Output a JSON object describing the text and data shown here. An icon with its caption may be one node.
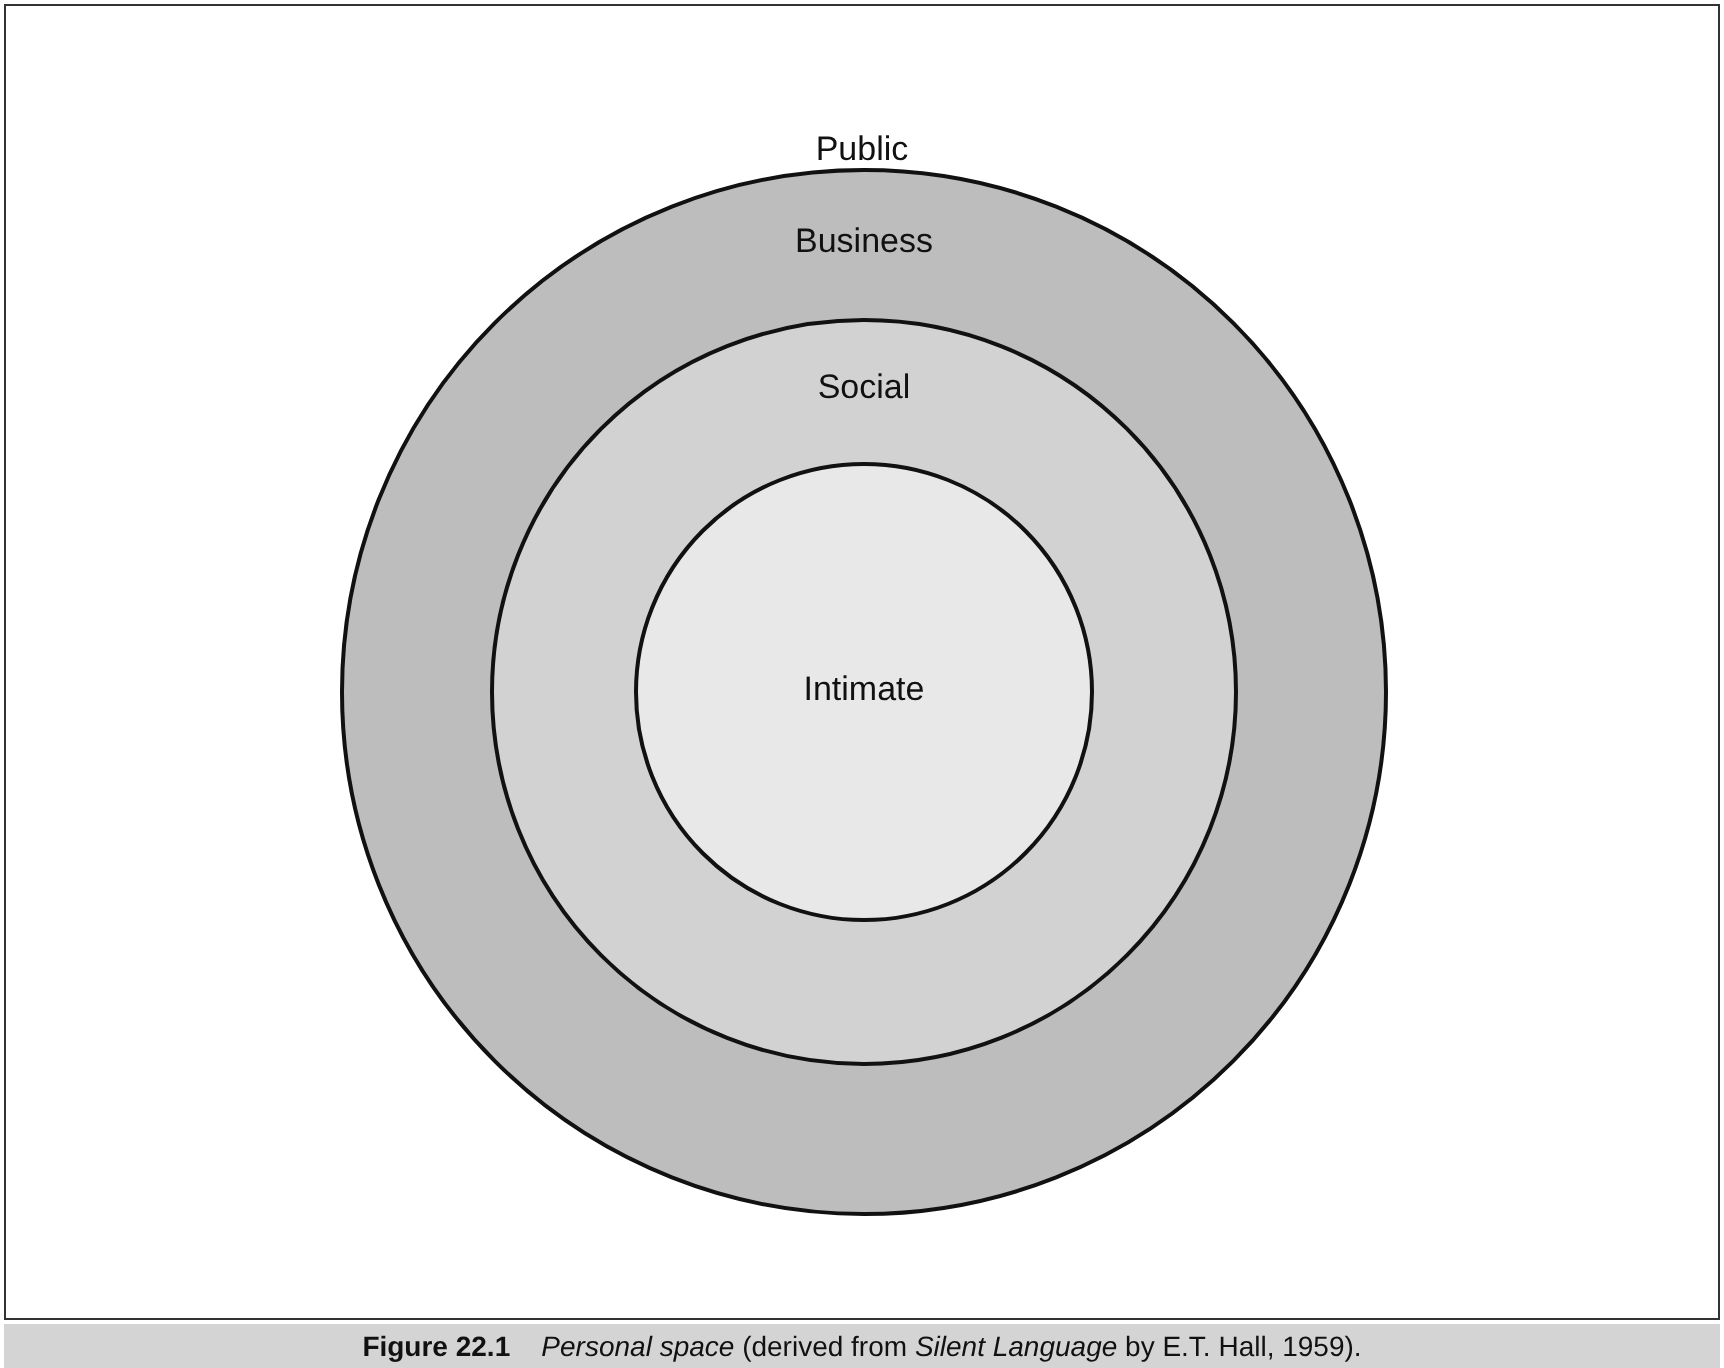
{
  "diagram": {
    "caption": "**Figure 22.1**    *Personal space* (derived from *Silent Language* by E.T. Hall, 1959).",
    "nodes": [
      {
        "text": [
          "Public"
        ]
      },
      {
        "text": [
          "Business"
        ],
        "in": 0
      },
      {
        "text": [
          "Social"
        ],
        "in": 1
      },
      {
        "text": [
          "Intimate"
        ],
        "in": 2
      }
    ]
  }
}
